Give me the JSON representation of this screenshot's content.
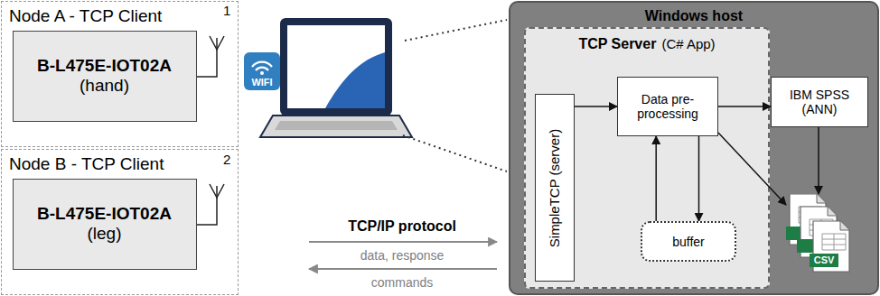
{
  "diagram": {
    "nodes": [
      {
        "text": [
          "Node A - TCP Client"
        ]
      },
      {
        "text": [
          "B-L475E-IOT02A",
          "(hand)"
        ],
        "in": 0
      },
      {
        "text": [
          "Node B - TCP Client"
        ]
      },
      {
        "text": [
          "B-L475E-IOT02A",
          "(leg)"
        ],
        "in": 2
      },
      {
        "text": [
          "Windows host"
        ]
      },
      {
        "text": [
          "TCP Server",
          "(C# App)"
        ],
        "in": 4
      },
      {
        "text": [
          "SimpleTCP (server)"
        ],
        "in": 5
      },
      {
        "text": [
          "Data pre-processing"
        ],
        "in": 5
      },
      {
        "text": [
          "buffer"
        ],
        "in": 5
      },
      {
        "text": [
          "IBM SPSS",
          "(ANN)"
        ],
        "in": 4
      },
      {
        "text": [
          "CSV"
        ],
        "in": 4
      }
    ],
    "edges": [
      {
        "from": 6,
        "to": 7,
        "arrow": "to"
      },
      {
        "from": 7,
        "to": 8,
        "arrow": "to"
      },
      {
        "from": 8,
        "to": 7,
        "arrow": "to"
      },
      {
        "from": 7,
        "to": 9,
        "arrow": "to"
      },
      {
        "from": 7,
        "to": 10,
        "arrow": "to"
      },
      {
        "from": 9,
        "to": 10,
        "arrow": "to"
      }
    ],
    "labels": [
      "1",
      "2",
      "WIFI",
      "TCP/IP protocol",
      "data, response",
      "commands"
    ]
  }
}
